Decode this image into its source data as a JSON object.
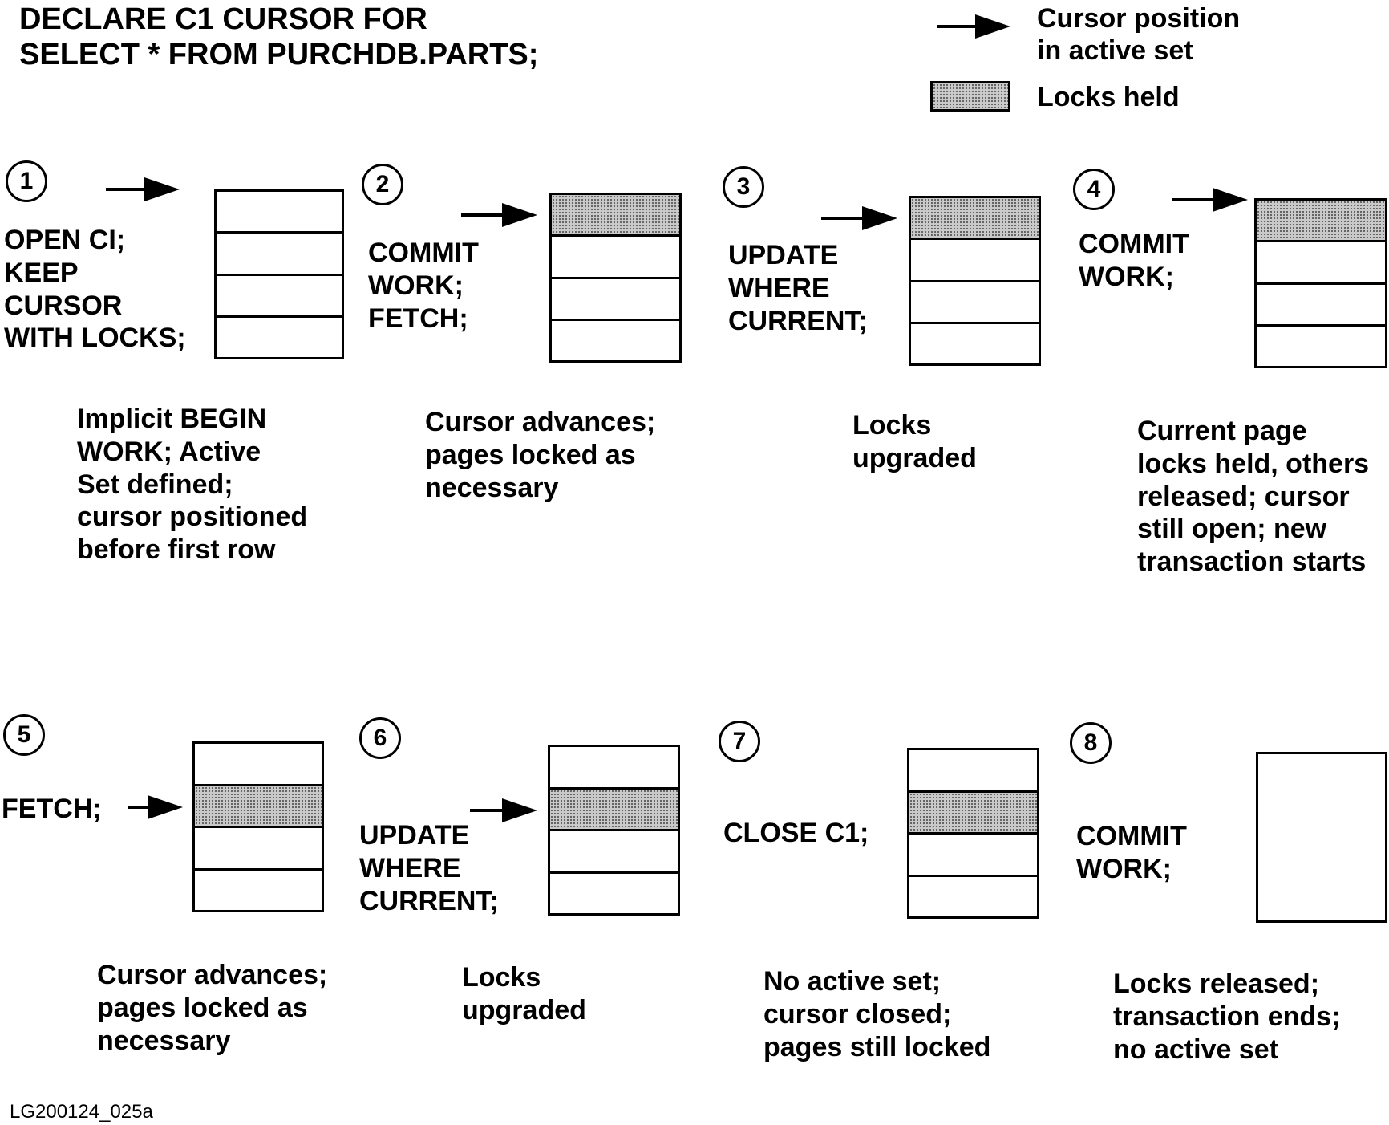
{
  "header": {
    "title_line1": "DECLARE C1 CURSOR FOR",
    "title_line2": "SELECT * FROM PURCHDB.PARTS;"
  },
  "legend": {
    "cursor_line1": "Cursor position",
    "cursor_line2": "in active set",
    "locks": "Locks held"
  },
  "steps": [
    {
      "num": "1",
      "cmd": "OPEN CI;\nKEEP\nCURSOR\nWITH LOCKS;",
      "desc": "Implicit BEGIN\nWORK; Active\nSet defined;\ncursor positioned\nbefore first row",
      "locked_rows": []
    },
    {
      "num": "2",
      "cmd": "COMMIT\nWORK;\nFETCH;",
      "desc": "Cursor advances;\npages locked as\nnecessary",
      "locked_rows": [
        0
      ]
    },
    {
      "num": "3",
      "cmd": "UPDATE\nWHERE\nCURRENT;",
      "desc": "Locks\nupgraded",
      "locked_rows": [
        0
      ]
    },
    {
      "num": "4",
      "cmd": "COMMIT\nWORK;",
      "desc": "Current page\nlocks held, others\nreleased; cursor\nstill open; new\ntransaction starts",
      "locked_rows": [
        0
      ]
    },
    {
      "num": "5",
      "cmd": "FETCH;",
      "desc": "Cursor advances;\npages locked as\nnecessary",
      "locked_rows": [
        1
      ]
    },
    {
      "num": "6",
      "cmd": "UPDATE\nWHERE\nCURRENT;",
      "desc": "Locks\nupgraded",
      "locked_rows": [
        1
      ]
    },
    {
      "num": "7",
      "cmd": "CLOSE C1;",
      "desc": "No active set;\ncursor closed;\npages still locked",
      "locked_rows": [
        1
      ]
    },
    {
      "num": "8",
      "cmd": "COMMIT\nWORK;",
      "desc": "Locks released;\ntransaction ends;\nno active set",
      "locked_rows": []
    }
  ],
  "footer": {
    "figure_id": "LG200124_025a"
  }
}
